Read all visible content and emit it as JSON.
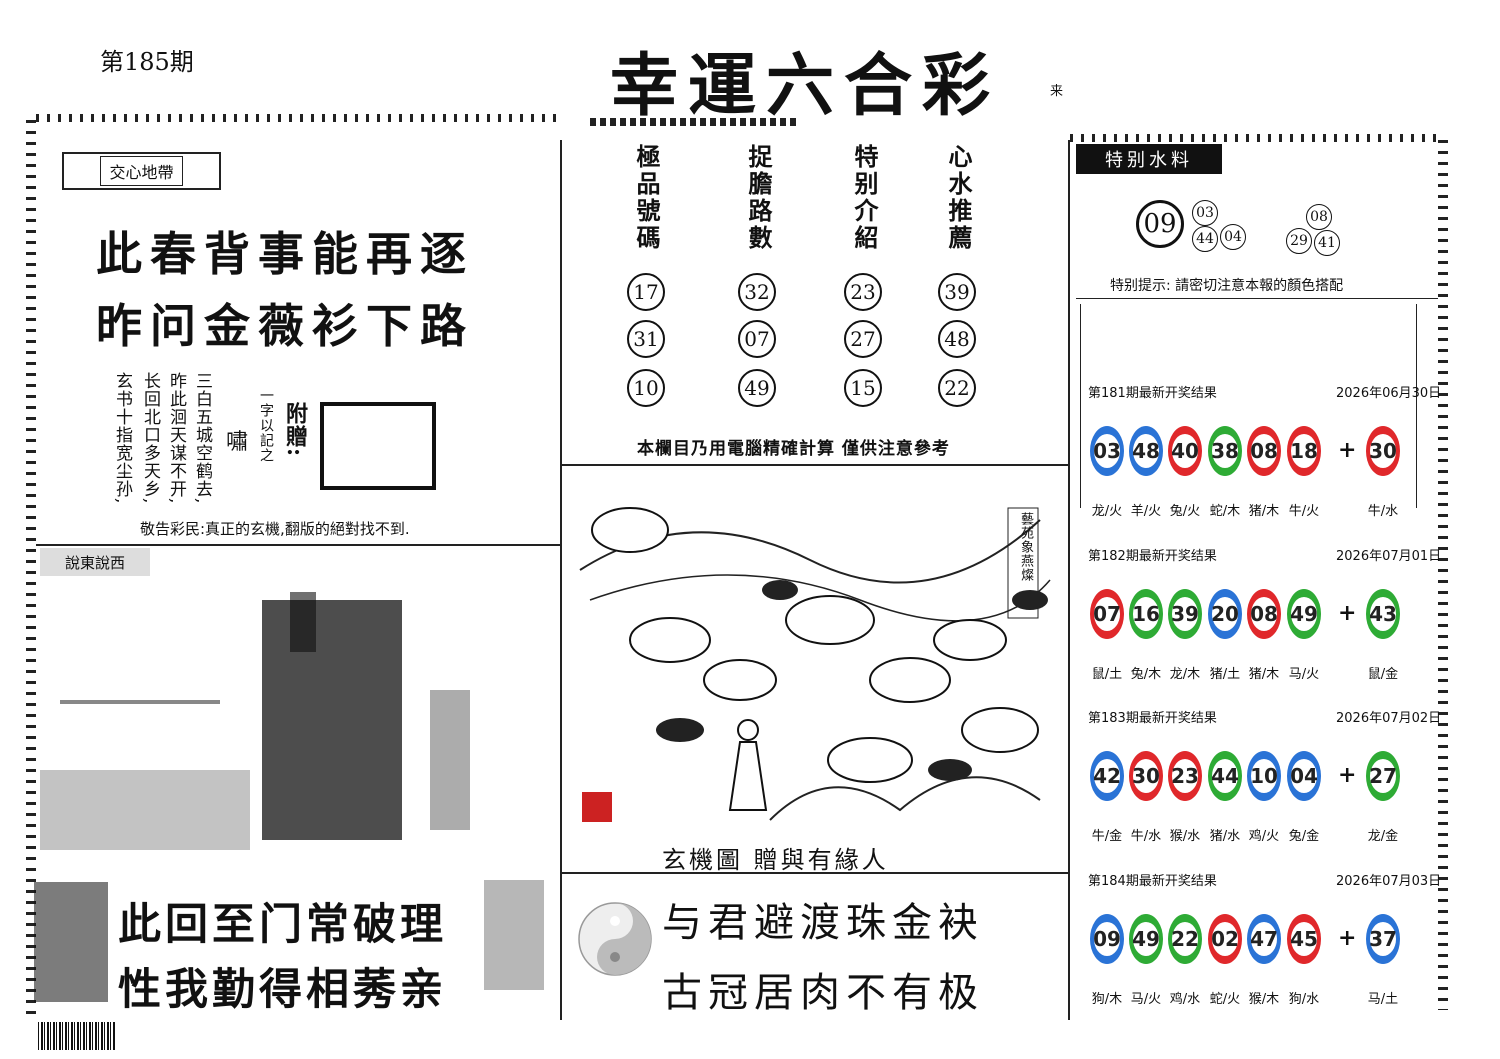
{
  "issue": "第185期",
  "title": "幸運六合彩",
  "title_suffix": "来",
  "left_top": {
    "banner": "交心地帶",
    "line1": "此春背事能再逐",
    "line2": "昨问金薇衫下路",
    "verse_cols": [
      "三白五城空鹤去,",
      "昨此洄天谋不开,",
      "长回北口多天乡,",
      "玄书十指宽尘孙,"
    ],
    "mark": "嘯",
    "hint_label": "一字以記之",
    "gift_label": "附贈:",
    "notice": "敬告彩民:真正的玄機,翻版的絕對找不到."
  },
  "left_bottom": {
    "banner": "說東說西",
    "poem1": "此回至门常破理",
    "poem2": "性我勤得相莠亲"
  },
  "columns": [
    {
      "head": "極品號碼",
      "nums": [
        "17",
        "31",
        "10"
      ]
    },
    {
      "head": "捉膽路數",
      "nums": [
        "32",
        "07",
        "49"
      ]
    },
    {
      "head": "特别介紹",
      "nums": [
        "23",
        "27",
        "15"
      ]
    },
    {
      "head": "心水推薦",
      "nums": [
        "39",
        "48",
        "22"
      ]
    }
  ],
  "mid_note": "本欄目乃用電腦精確計算 僅供注意參考",
  "scene_stamp": "藝苑象燕燦",
  "scene_caption": "玄機圖 贈與有緣人",
  "poem_right1": "与君避渡珠金袂",
  "poem_right2": "古冠居肉不有极",
  "special": {
    "tag": "特别水料",
    "main": "09",
    "others": [
      "03",
      "44",
      "04",
      "08",
      "29",
      "41"
    ],
    "hint": "特别提示: 請密切注意本報的顏色搭配"
  },
  "colors": {
    "red": "#e0282b",
    "blue": "#2a73d6",
    "green": "#2eab35"
  },
  "draws": [
    {
      "label": "第181期最新开奖结果",
      "date": "2026年06月30日",
      "balls": [
        {
          "n": "03",
          "c": "blue"
        },
        {
          "n": "48",
          "c": "blue"
        },
        {
          "n": "40",
          "c": "red"
        },
        {
          "n": "38",
          "c": "green"
        },
        {
          "n": "08",
          "c": "red"
        },
        {
          "n": "18",
          "c": "red"
        }
      ],
      "special": {
        "n": "30",
        "c": "red"
      },
      "zodiac": [
        "龙/火",
        "羊/火",
        "兔/火",
        "蛇/木",
        "猪/木",
        "牛/火"
      ],
      "special_zodiac": "牛/水"
    },
    {
      "label": "第182期最新开奖结果",
      "date": "2026年07月01日",
      "balls": [
        {
          "n": "07",
          "c": "red"
        },
        {
          "n": "16",
          "c": "green"
        },
        {
          "n": "39",
          "c": "green"
        },
        {
          "n": "20",
          "c": "blue"
        },
        {
          "n": "08",
          "c": "red"
        },
        {
          "n": "49",
          "c": "green"
        }
      ],
      "special": {
        "n": "43",
        "c": "green"
      },
      "zodiac": [
        "鼠/土",
        "兔/木",
        "龙/木",
        "猪/土",
        "猪/木",
        "马/火"
      ],
      "special_zodiac": "鼠/金"
    },
    {
      "label": "第183期最新开奖结果",
      "date": "2026年07月02日",
      "balls": [
        {
          "n": "42",
          "c": "blue"
        },
        {
          "n": "30",
          "c": "red"
        },
        {
          "n": "23",
          "c": "red"
        },
        {
          "n": "44",
          "c": "green"
        },
        {
          "n": "10",
          "c": "blue"
        },
        {
          "n": "04",
          "c": "blue"
        }
      ],
      "special": {
        "n": "27",
        "c": "green"
      },
      "zodiac": [
        "牛/金",
        "牛/水",
        "猴/水",
        "猪/水",
        "鸡/火",
        "兔/金"
      ],
      "special_zodiac": "龙/金"
    },
    {
      "label": "第184期最新开奖结果",
      "date": "2026年07月03日",
      "balls": [
        {
          "n": "09",
          "c": "blue"
        },
        {
          "n": "49",
          "c": "green"
        },
        {
          "n": "22",
          "c": "green"
        },
        {
          "n": "02",
          "c": "red"
        },
        {
          "n": "47",
          "c": "blue"
        },
        {
          "n": "45",
          "c": "red"
        }
      ],
      "special": {
        "n": "37",
        "c": "blue"
      },
      "zodiac": [
        "狗/木",
        "马/火",
        "鸡/水",
        "蛇/火",
        "猴/木",
        "狗/水"
      ],
      "special_zodiac": "马/土"
    }
  ]
}
